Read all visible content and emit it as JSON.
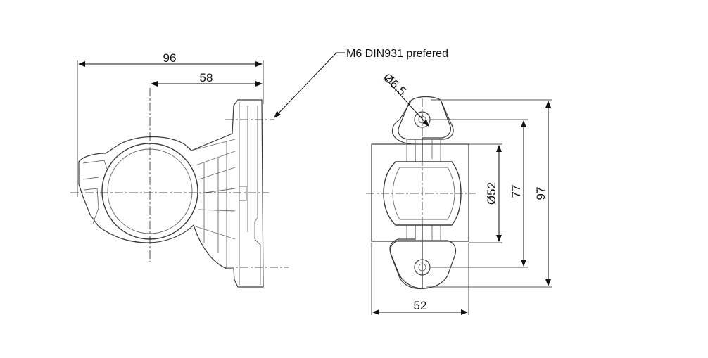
{
  "drawing": {
    "dimensions": {
      "side_overall_width": "96",
      "side_center_offset": "58",
      "hole_diameter": "Ø6,5",
      "lens_diameter": "Ø52",
      "hole_spacing": "77",
      "front_overall_height": "97",
      "front_width": "52"
    },
    "notes": {
      "screw": "M6 DIN931 prefered"
    }
  }
}
